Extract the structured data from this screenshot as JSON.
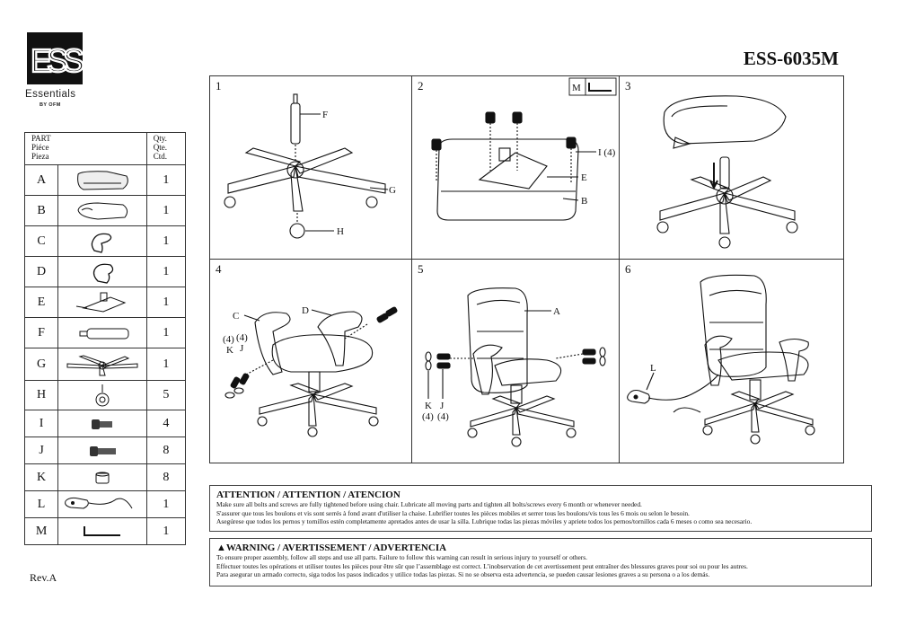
{
  "brand": {
    "logo_text": "ESS",
    "name": "Essentials",
    "sub": "BY OFM"
  },
  "model": "ESS-6035M",
  "revision": "Rev.A",
  "parts_table": {
    "headers": {
      "part": "PART\nPiéce\nPieza",
      "qty": "Qty.\nQte.\nCtd."
    },
    "rows": [
      {
        "letter": "A",
        "qty": "1",
        "icon": "seat-cushion-icon"
      },
      {
        "letter": "B",
        "qty": "1",
        "icon": "seat-base-icon"
      },
      {
        "letter": "C",
        "qty": "1",
        "icon": "left-armrest-icon"
      },
      {
        "letter": "D",
        "qty": "1",
        "icon": "right-armrest-icon"
      },
      {
        "letter": "E",
        "qty": "1",
        "icon": "mechanism-icon"
      },
      {
        "letter": "F",
        "qty": "1",
        "icon": "gas-lift-icon"
      },
      {
        "letter": "G",
        "qty": "1",
        "icon": "five-star-base-icon"
      },
      {
        "letter": "H",
        "qty": "5",
        "icon": "caster-icon"
      },
      {
        "letter": "I",
        "qty": "4",
        "icon": "short-bolt-icon"
      },
      {
        "letter": "J",
        "qty": "8",
        "icon": "bolt-icon"
      },
      {
        "letter": "K",
        "qty": "8",
        "icon": "washer-icon"
      },
      {
        "letter": "L",
        "qty": "1",
        "icon": "massage-remote-icon"
      },
      {
        "letter": "M",
        "qty": "1",
        "icon": "allen-key-icon"
      }
    ]
  },
  "steps": [
    {
      "number": "1",
      "labels": {
        "f": "F",
        "g": "G",
        "h": "H"
      }
    },
    {
      "number": "2",
      "labels": {
        "m": "M",
        "i": "I (4)",
        "e": "E",
        "b": "B"
      }
    },
    {
      "number": "3"
    },
    {
      "number": "4",
      "labels": {
        "c": "C",
        "d": "D",
        "q1": "(4)",
        "q2": "(4)",
        "k": "K",
        "j": "J"
      }
    },
    {
      "number": "5",
      "labels": {
        "a": "A",
        "k": "K",
        "j": "J",
        "q1": "(4)",
        "q2": "(4)"
      }
    },
    {
      "number": "6",
      "labels": {
        "l": "L"
      }
    }
  ],
  "attention": {
    "title": "ATTENTION / ATTENTION / ATENCION",
    "lines": [
      "Make sure all bolts and screws are fully tightened before using chair. Lubricate all moving parts and tighten all bolts/screws every 6 month or whenever needed.",
      "S'assurer que tous les boulons et vis sont serrés à fond avant d'utiliser la chaise. Lubrifier toutes les pièces mobiles et serrer tous les boulons/vis tous les 6 mois ou selon le besoin.",
      "Asegúrese que todos los pernos y tornillos estén completamente apretados antes de usar la silla. Lubrique todas las piezas móviles y apriete todos los pernos/tornillos cada 6 meses o como sea necesario."
    ]
  },
  "warning": {
    "icon": "warning-triangle-icon",
    "title": "WARNING / AVERTISSEMENT / ADVERTENCIA",
    "lines": [
      "To ensure proper assembly, follow all steps and use all parts. Failure to follow this warning can result in serious injury to yourself or others.",
      "Effectuer toutes les opérations et utiliser toutes les pièces pour être sûr que l’assemblage est correct. L’inobservation de cet avertissement peut entraîner des blessures graves pour soi ou pour les autres.",
      "Para asegurar un armado correcto, siga todos los pasos indicados y utilice todas las piezas. Si no se observa esta advertencia, se pueden causar lesiones graves a su persona o a los demás."
    ]
  }
}
